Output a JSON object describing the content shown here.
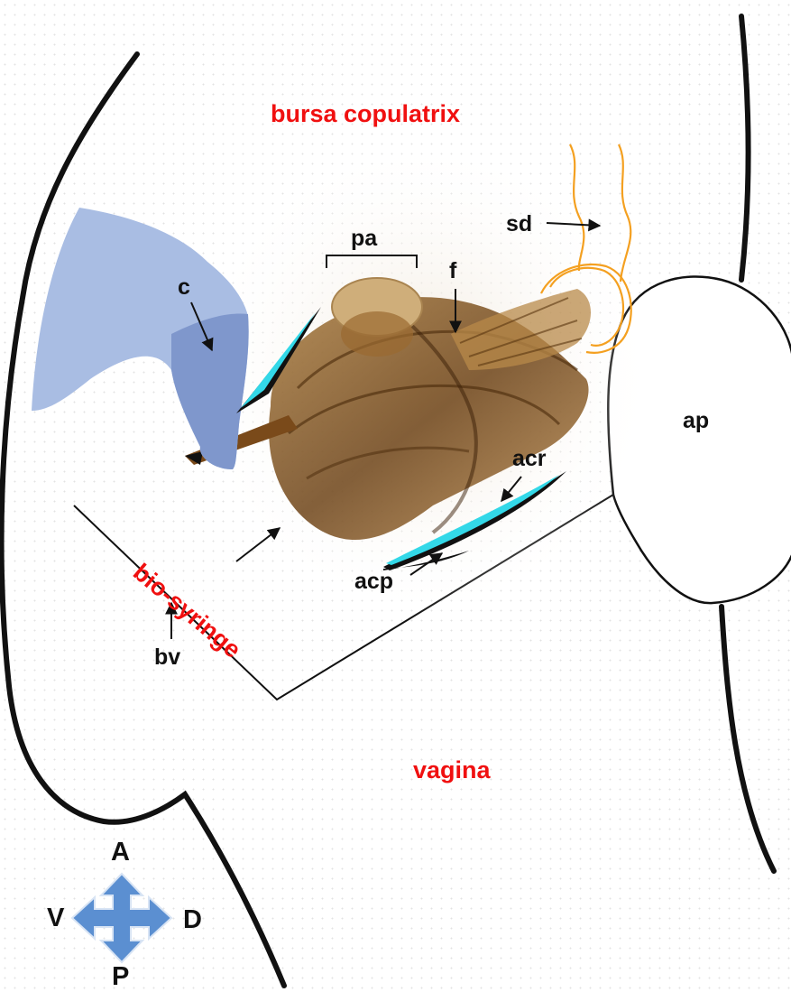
{
  "regions": {
    "bursa": "bursa copulatrix",
    "vagina": "vagina",
    "bio_syringe": "bio-syringe"
  },
  "parts": {
    "pa": "pa",
    "sd": "sd",
    "c": "c",
    "f": "f",
    "ap": "ap",
    "acr": "acr",
    "acp": "acp",
    "bv": "bv"
  },
  "compass": {
    "anterior": "A",
    "posterior": "P",
    "ventral": "V",
    "dorsal": "D"
  },
  "colors": {
    "label_red": "#f01010",
    "outline": "#111111",
    "clasper_light": "#a9bde3",
    "clasper_dark": "#7f97cc",
    "spine": "#33d8e8",
    "duct": "#f4a020",
    "specimen_brown": "#8a5a1e",
    "compass_blue": "#5b8fd1"
  }
}
